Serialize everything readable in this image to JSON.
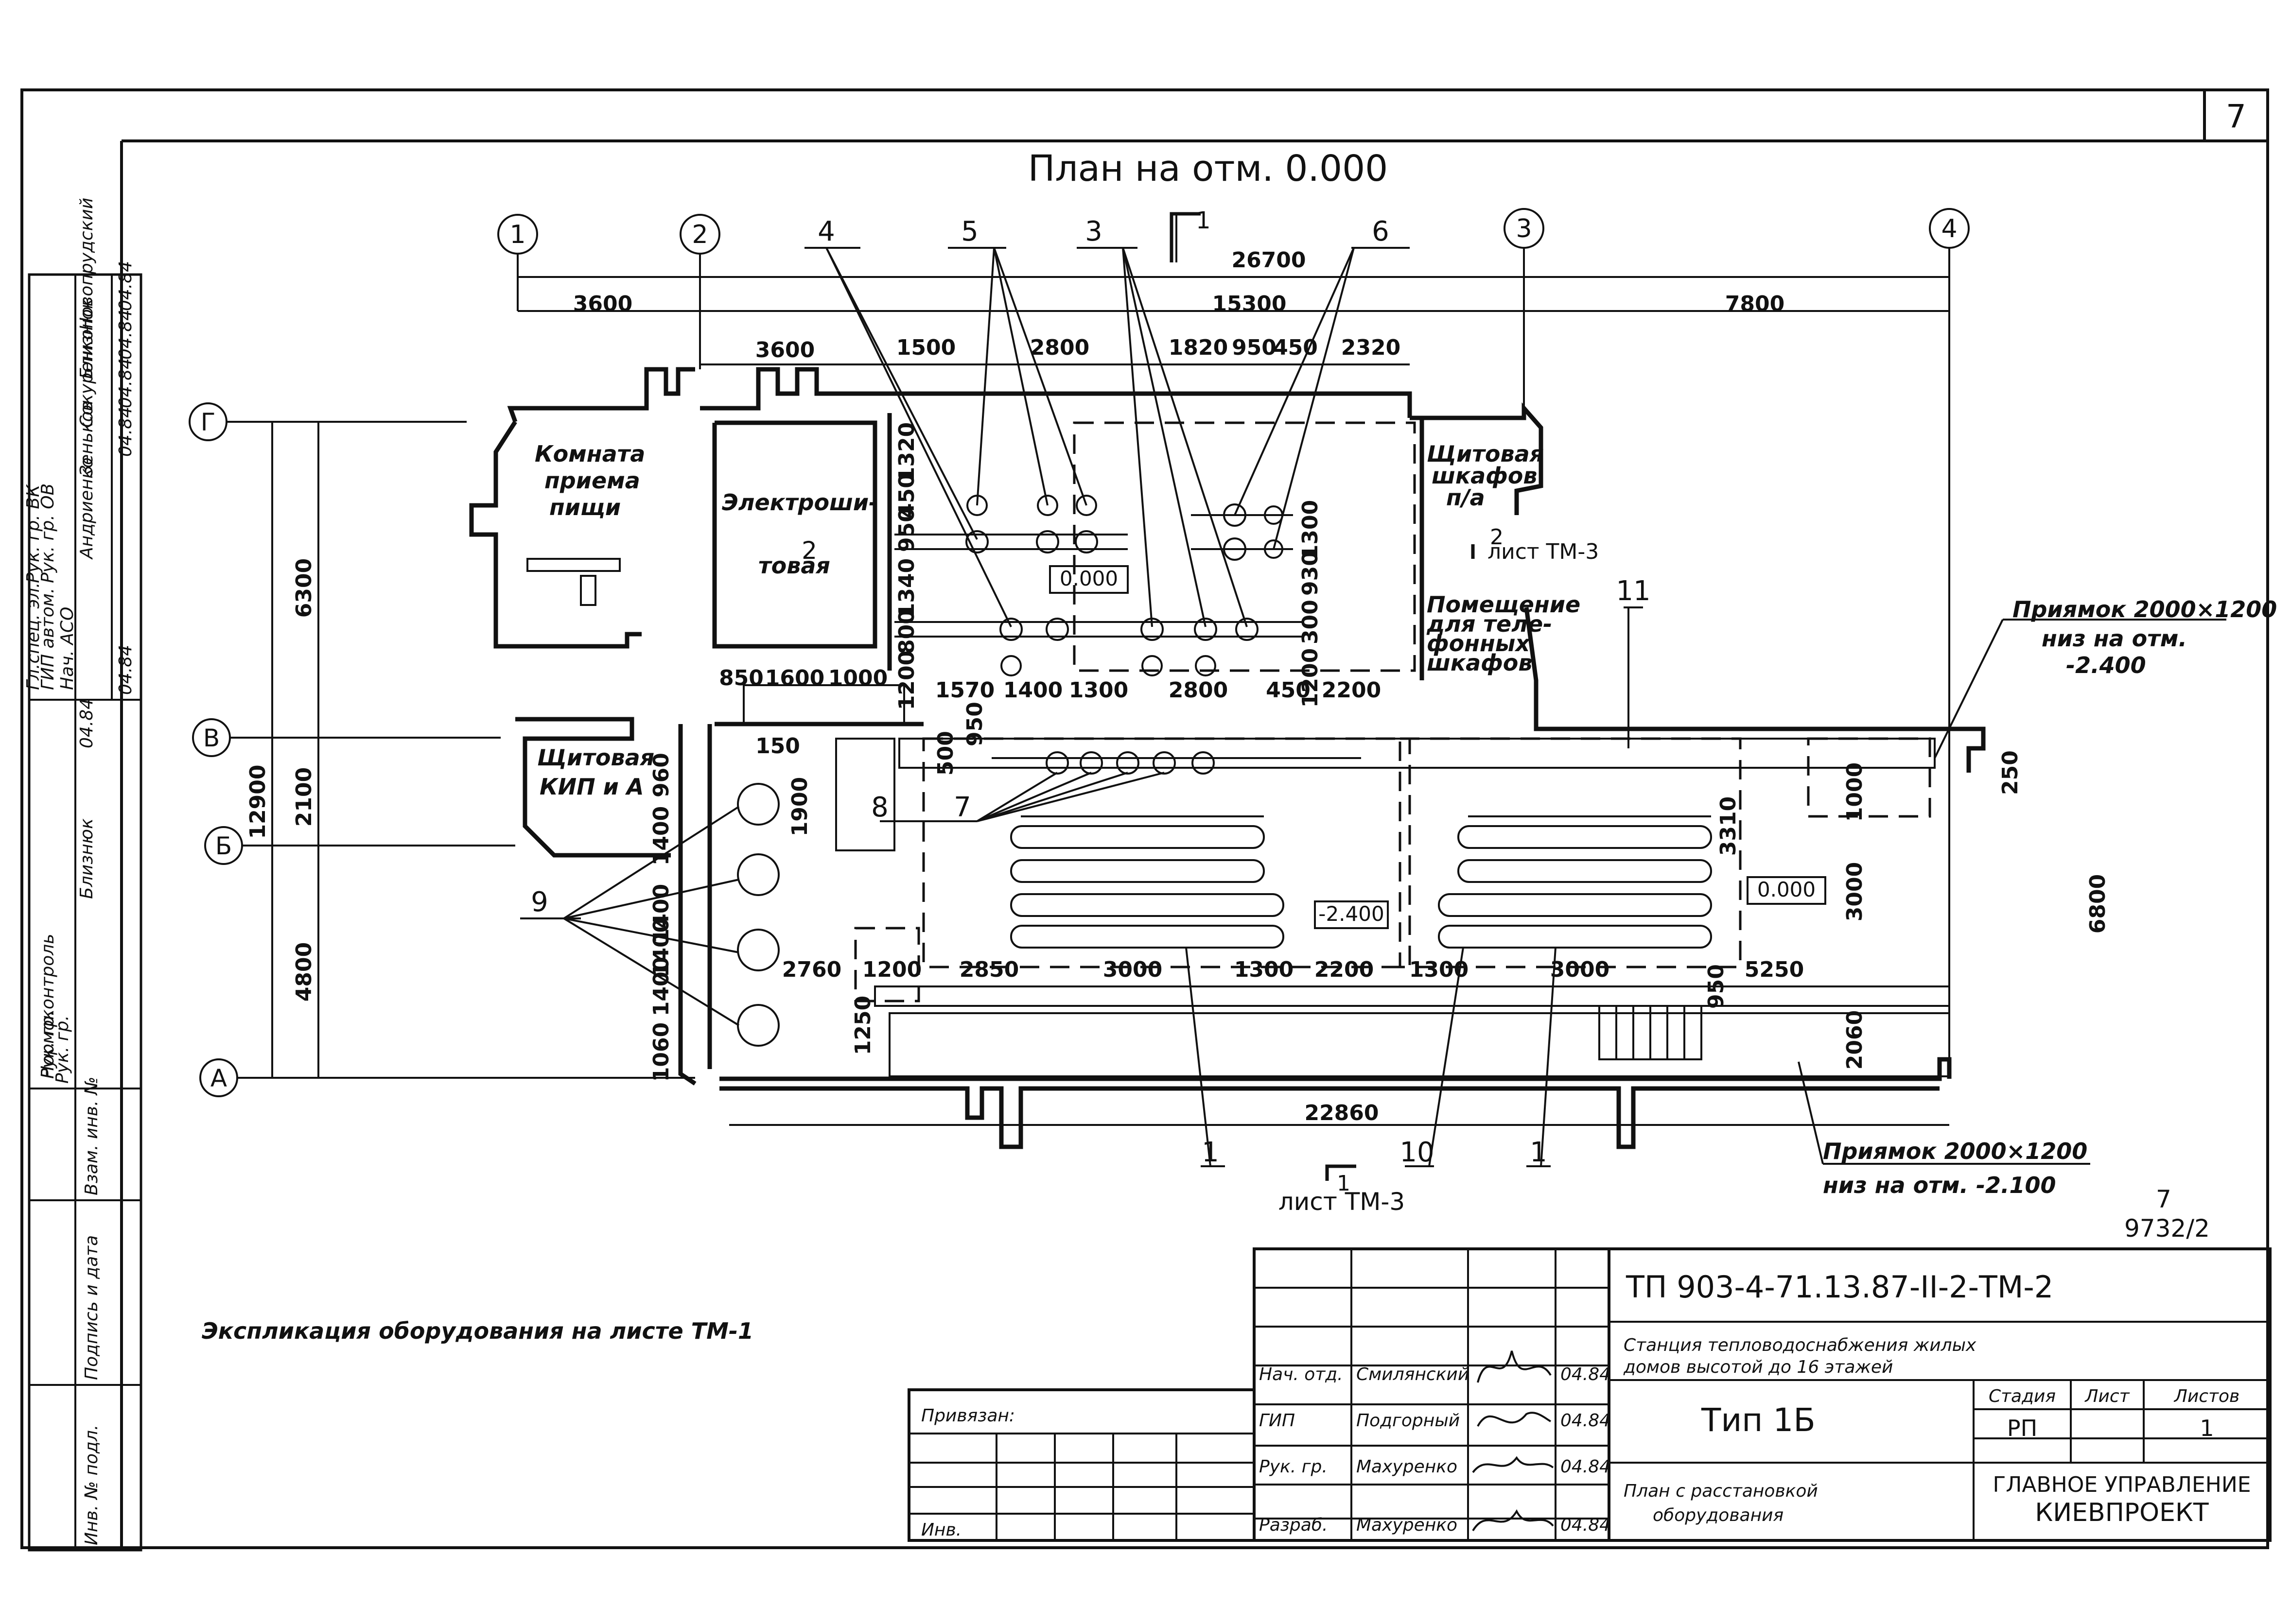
{
  "sheet_number": "7",
  "plan_title": "План на отм. 0.000",
  "axes": {
    "cols": [
      "1",
      "2",
      "3",
      "4"
    ],
    "rows": [
      "Г",
      "В",
      "Б",
      "А"
    ]
  },
  "dims_top": [
    "26700",
    "3600",
    "15300",
    "7800",
    "3600",
    "1500",
    "2800",
    "1820",
    "950",
    "450",
    "2320"
  ],
  "dims_left": [
    "6300",
    "12900",
    "2100",
    "4800"
  ],
  "dims_inner": [
    "850",
    "1600",
    "1000",
    "150",
    "1570",
    "1400",
    "1300",
    "2800",
    "450",
    "2200",
    "1200",
    "800",
    "1340",
    "950",
    "450",
    "1320",
    "1300",
    "930",
    "300",
    "1200",
    "500",
    "950",
    "960",
    "1400",
    "1900",
    "1400",
    "1400",
    "1060",
    "1400",
    "3310",
    "3000",
    "6800",
    "250",
    "1000",
    "2760",
    "1200",
    "2850",
    "3000",
    "1300",
    "2200",
    "1300",
    "3000",
    "5250",
    "950",
    "1250",
    "2060",
    "22860"
  ],
  "rooms": {
    "food": [
      "Комната",
      "приема",
      "пищи"
    ],
    "elec": [
      "Электроши-",
      "товая"
    ],
    "cab": [
      "Щитовая",
      "шкафов",
      "п/а"
    ],
    "phone": [
      "Помещение",
      "для теле-",
      "фонных",
      "шкафов"
    ],
    "kip": [
      "Щитовая",
      "КИП и А"
    ]
  },
  "callouts": [
    "1",
    "2",
    "3",
    "4",
    "5",
    "6",
    "7",
    "8",
    "9",
    "10",
    "11",
    "1"
  ],
  "section_marks": {
    "top": "1",
    "bottom_num": "1",
    "bottom_sheet": "лист ТМ-3",
    "side_num": "2",
    "side_sheet": "лист ТМ-3",
    "elec_num": "2"
  },
  "levels": [
    "0.000",
    "-2.400",
    "0.000"
  ],
  "pits": {
    "top": [
      "Приямок 2000×1200",
      "низ на отм.",
      "-2.400"
    ],
    "bottom": [
      "Приямок 2000×1200",
      "низ на отм. -2.100"
    ]
  },
  "doc_number": "9732/2",
  "doc_number_top": "7",
  "explication": "Экспликация оборудования на листе ТМ-1",
  "left_stamp": {
    "cells": [
      "Нач. АСО",
      "Андриенко",
      "ГИП автом.",
      "Зеньков",
      "Гл.спец. эл.",
      "Сокуренко",
      "Рук. гр. ОВ",
      "Близнюк",
      "Рук. гр. ВК",
      "Новопрудский",
      "04.84",
      "04.84",
      "04.84",
      "04.84",
      "04.84",
      "Нормоконтроль",
      "Близнюк",
      "Рук. гр.",
      "04.84",
      "Взам. инв. №",
      "Подпись и дата",
      "Инв. № подл."
    ]
  },
  "title_block": {
    "code": "ТП 903-4-71.13.87-II-2-ТМ-2",
    "title": [
      "Станция тепловодоснабжения жилых",
      "домов высотой до 16 этажей"
    ],
    "type": "Тип 1Б",
    "sheet_name": [
      "План с расстановкой",
      "оборудования"
    ],
    "stage_h": "Стадия",
    "sheet_h": "Лист",
    "sheets_h": "Листов",
    "stage": "РП",
    "sheets": "1",
    "org": [
      "ГЛАВНОЕ УПРАВЛЕНИЕ",
      "КИЕВПРОЕКТ"
    ],
    "bound": "Привязан:",
    "inv": "Инв.",
    "people": [
      {
        "role": "Нач. отд.",
        "name": "Смилянский",
        "date": "04.84"
      },
      {
        "role": "ГИП",
        "name": "Подгорный",
        "date": "04.84"
      },
      {
        "role": "Рук. гр.",
        "name": "Махуренко",
        "date": "04.84"
      },
      {
        "role": "Разраб.",
        "name": "Махуренко",
        "date": "04.84"
      }
    ]
  }
}
